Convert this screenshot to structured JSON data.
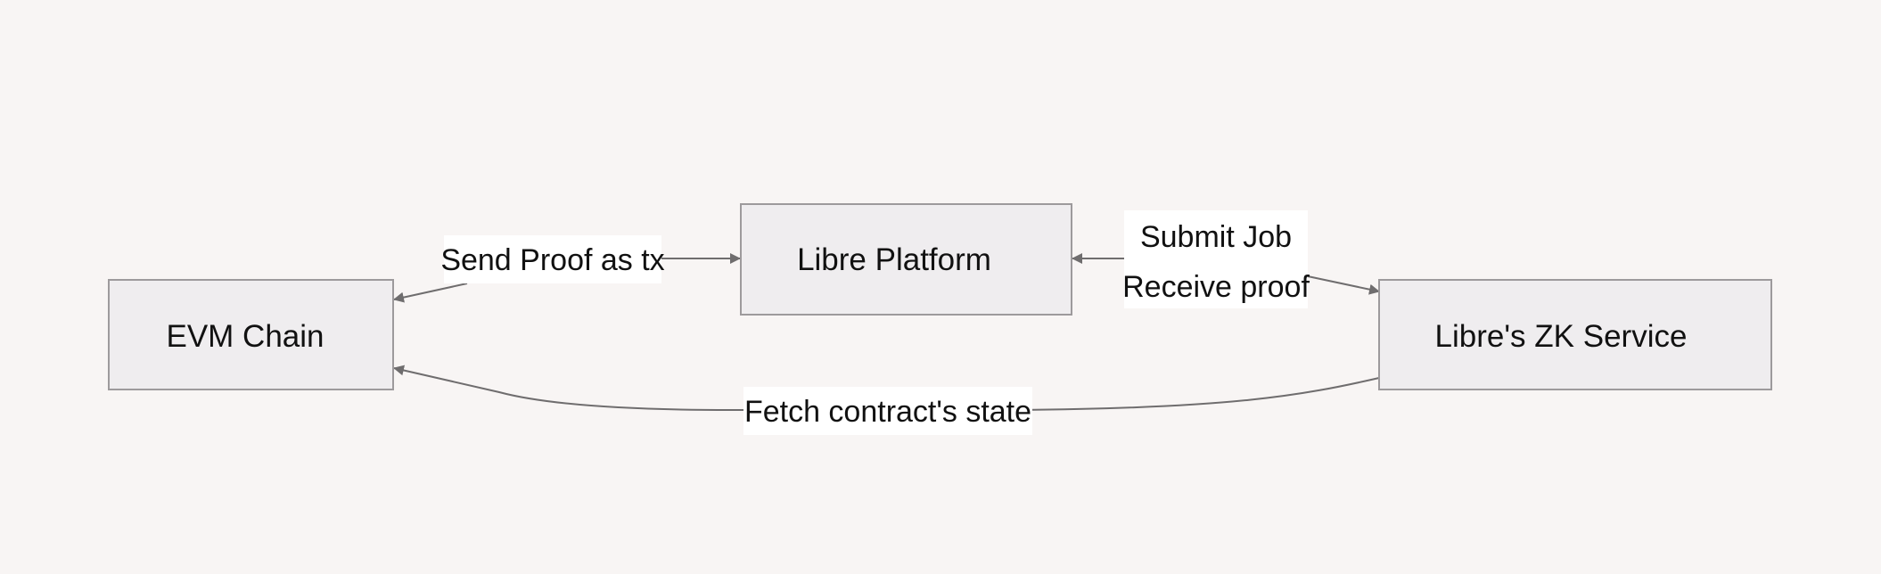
{
  "nodes": {
    "evm_chain": "EVM Chain",
    "libre_platform": "Libre Platform",
    "zk_service": "Libre's ZK Service"
  },
  "edges": {
    "send_proof": "Send Proof as tx",
    "submit_job": "Submit Job",
    "receive_proof": "Receive proof",
    "fetch_state": "Fetch contract's state"
  },
  "colors": {
    "background": "#f8f5f4",
    "node_fill": "#efedef",
    "node_stroke": "#9d9a9c",
    "edge": "#6f6d6e"
  }
}
